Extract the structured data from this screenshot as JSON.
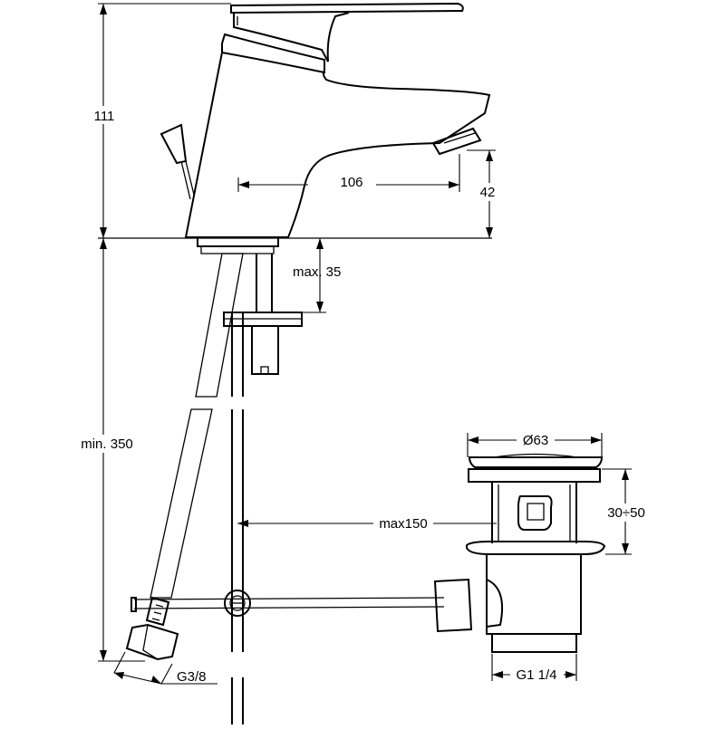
{
  "drawing": {
    "dimensions": {
      "height_total": "111",
      "spout_reach": "106",
      "spout_height": "42",
      "max_thickness": "max. 35",
      "min_hose_length": "min. 350",
      "waste_diameter": "Ø63",
      "waste_height": "30÷50",
      "max_distance": "max150",
      "waste_thread": "G1 1/4",
      "hose_thread": "G3/8"
    }
  }
}
